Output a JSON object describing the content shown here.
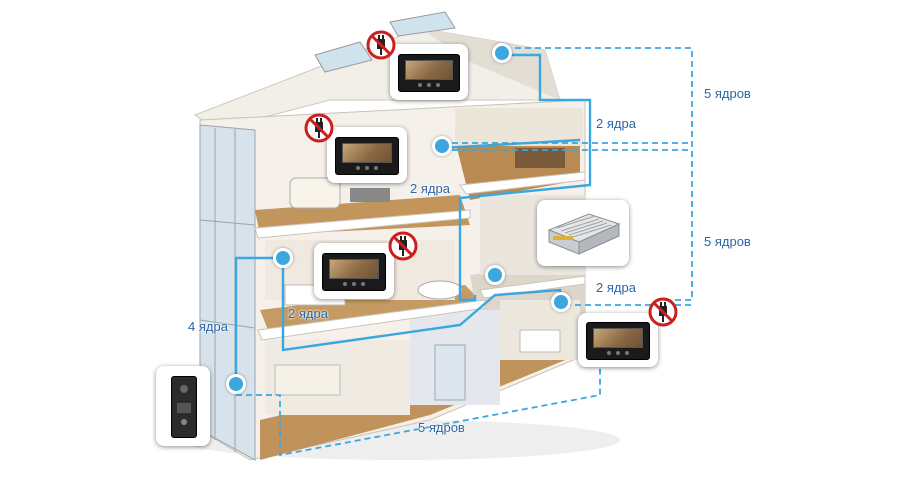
{
  "labels": {
    "top_right": "5 ядров",
    "mid_right": "5 ядров",
    "bottom": "5 ядров",
    "floor3_cable": "2 ядра",
    "floor2_left": "2 ядра",
    "floor1_left": "2 ядра",
    "floor1_right": "2 ядра",
    "left_vertical": "4 ядра"
  },
  "colors": {
    "cable": "#3aa7df",
    "label_text": "#2f66a6",
    "no_sign": "#cc1f1f"
  },
  "icons": [
    "video-monitor-icon",
    "no-plug-icon",
    "power-supply-icon",
    "door-panel-icon",
    "connection-point-icon"
  ]
}
